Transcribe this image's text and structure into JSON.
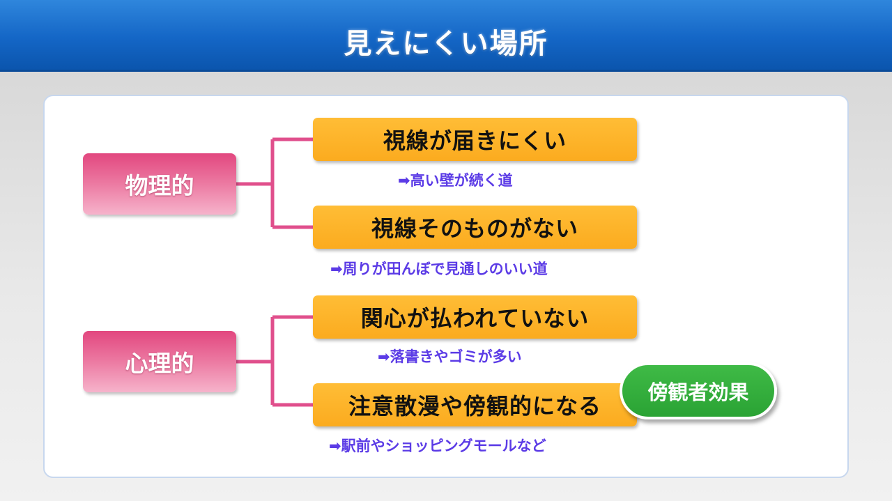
{
  "header": {
    "title": "見えにくい場所"
  },
  "categories": [
    {
      "label": "物理的"
    },
    {
      "label": "心理的"
    }
  ],
  "items": [
    {
      "label": "視線が届きにくい",
      "example": "➡高い壁が続く道"
    },
    {
      "label": "視線そのものがない",
      "example": "➡周りが田んぼで見通しのいい道"
    },
    {
      "label": "関心が払われていない",
      "example": "➡落書きやゴミが多い"
    },
    {
      "label": "注意散漫や傍観的になる",
      "example": "➡駅前やショッピングモールなど"
    }
  ],
  "badge": {
    "label": "傍観者効果"
  },
  "colors": {
    "header": "#1466c6",
    "category": "#e2477f",
    "item": "#fbab1f",
    "connector": "#e04f8c",
    "example_text": "#5b3be6",
    "badge": "#2aa334"
  }
}
